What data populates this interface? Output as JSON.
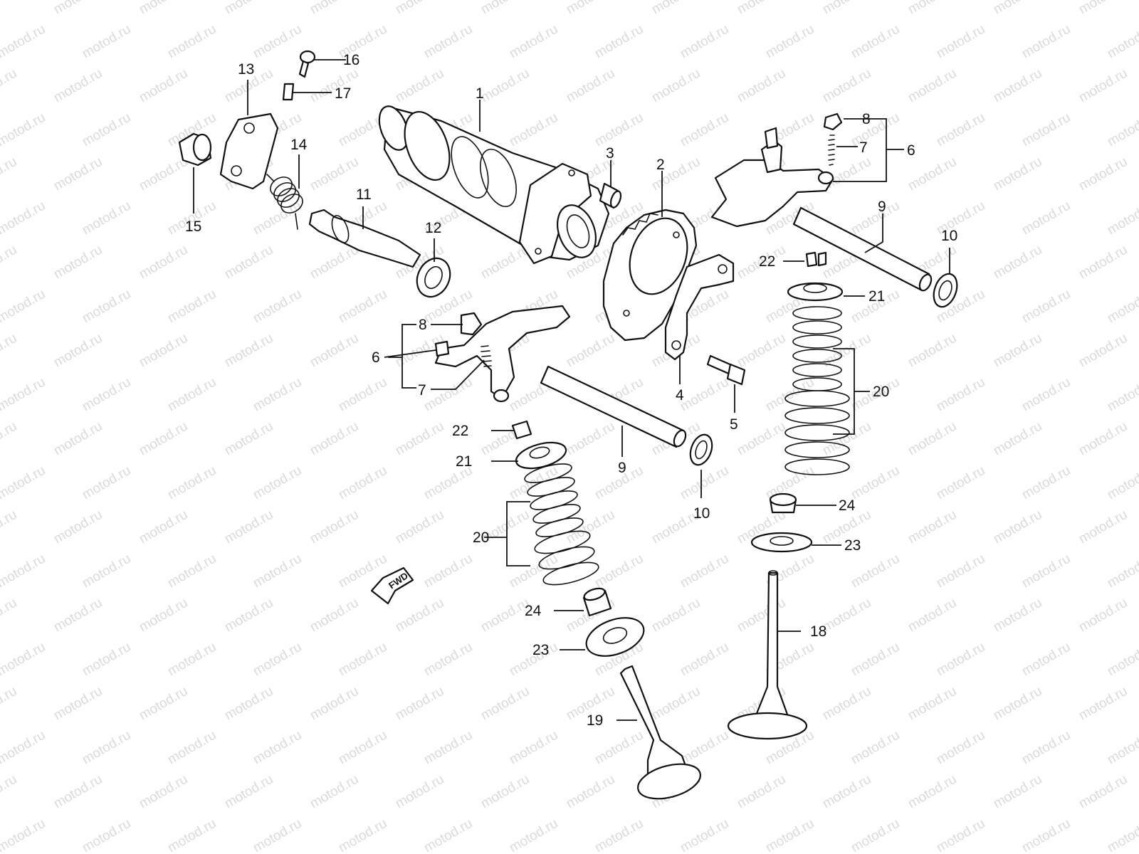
{
  "watermark": "motod.ru",
  "forward_arrow_label": "FWD",
  "callouts": {
    "c1": "1",
    "c2": "2",
    "c3": "3",
    "c4": "4",
    "c5": "5",
    "c6a": "6",
    "c6b": "6",
    "c7a": "7",
    "c7b": "7",
    "c8a": "8",
    "c8b": "8",
    "c9a": "9",
    "c9b": "9",
    "c10a": "10",
    "c10b": "10",
    "c11": "11",
    "c12": "12",
    "c13": "13",
    "c14": "14",
    "c15": "15",
    "c16": "16",
    "c17": "17",
    "c18": "18",
    "c19": "19",
    "c20a": "20",
    "c20b": "20",
    "c21a": "21",
    "c21b": "21",
    "c22a": "22",
    "c22b": "22",
    "c23a": "23",
    "c23b": "23",
    "c24a": "24",
    "c24b": "24"
  },
  "colors": {
    "line": "#111111",
    "watermark": "#d9d9d9",
    "background": "#ffffff"
  }
}
